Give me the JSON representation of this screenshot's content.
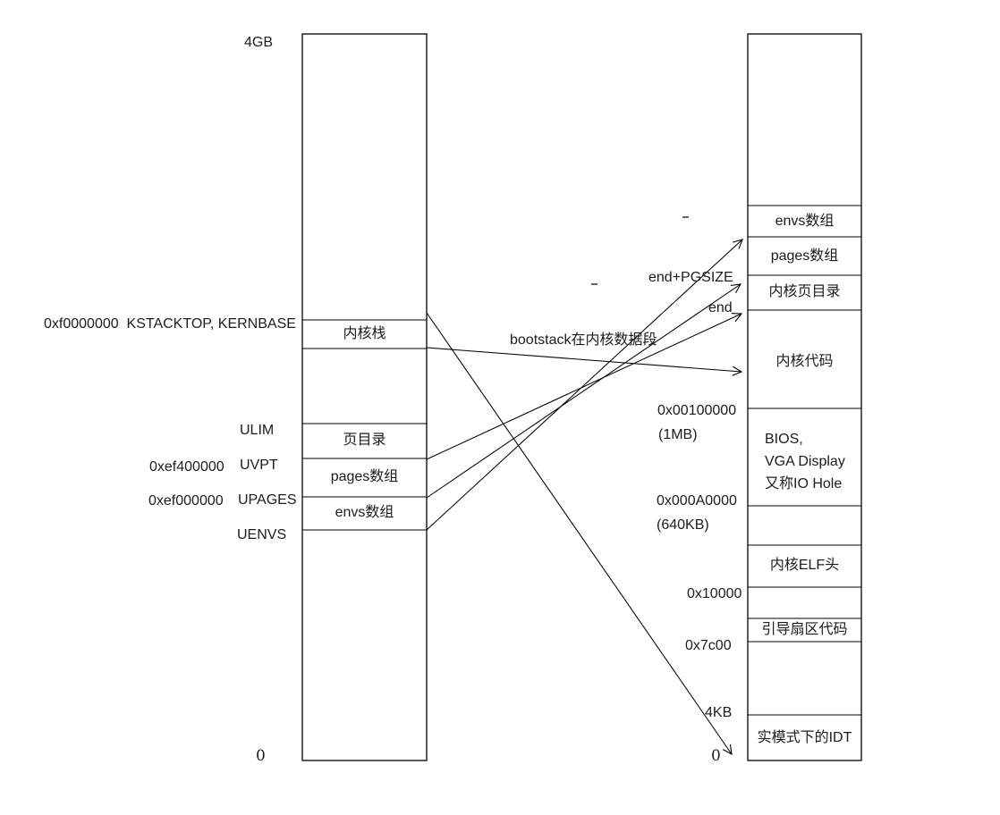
{
  "diagram": {
    "left_column": {
      "top_label": "4GB",
      "bottom_label": "0",
      "kernbase_label": "0xf0000000  KSTACKTOP, KERNBASE",
      "ulim_label": "ULIM",
      "uvpt_addr": "0xef400000",
      "uvpt_label": "UVPT",
      "upages_addr": "0xef000000",
      "upages_label": "UPAGES",
      "uenvs_label": "UENVS",
      "sections": {
        "kernel_stack": "内核栈",
        "page_directory": "页目录",
        "pages_array": "pages数组",
        "envs_array": "envs数组"
      }
    },
    "right_column": {
      "bottom_label": "0",
      "end_pgsize_label": "end+PGSIZE",
      "end_label": "end",
      "addr_1mb_hex": "0x00100000",
      "addr_1mb": "(1MB)",
      "addr_640kb_hex": "0x000A0000",
      "addr_640kb": "(640KB)",
      "addr_0x10000": "0x10000",
      "addr_0x7c00": "0x7c00",
      "addr_4kb": "4KB",
      "sections": {
        "envs_array": "envs数组",
        "pages_array": "pages数组",
        "kernel_page_directory": "内核页目录",
        "kernel_code": "内核代码",
        "bios_line1": "BIOS,",
        "bios_line2": "VGA Display",
        "bios_line3": "又称IO Hole",
        "kernel_elf_header": "内核ELF头",
        "boot_sector_code": "引导扇区代码",
        "real_mode_idt": "实模式下的IDT"
      }
    },
    "annotations": {
      "bootstack": "bootstack在内核数据段"
    },
    "colors": {
      "line": "#000000",
      "text": "#1c1c1c",
      "background": "#ffffff"
    }
  }
}
